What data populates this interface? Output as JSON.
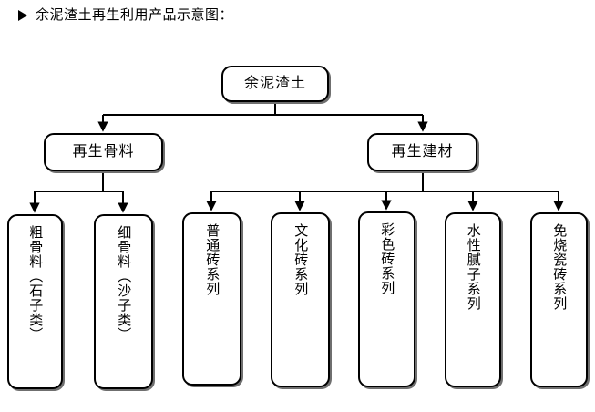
{
  "heading": {
    "bullet_icon": "triangle-right-icon",
    "text": "余泥渣土再生利用产品示意图："
  },
  "diagram": {
    "type": "flowchart",
    "orientation": "top-down",
    "line_color": "#000000",
    "box_fill": "#ffffff",
    "box_border": "#000000",
    "box_shadow": "#6f6f6f",
    "nodes": {
      "root": {
        "id": "root",
        "label": "余泥渣土",
        "level": 0,
        "orientation": "horizontal"
      },
      "aggregate": {
        "id": "aggregate",
        "label": "再生骨料",
        "level": 1,
        "orientation": "horizontal"
      },
      "material": {
        "id": "material",
        "label": "再生建材",
        "level": 1,
        "orientation": "horizontal"
      },
      "coarse": {
        "id": "coarse",
        "label": "粗骨料（石子类）",
        "level": 2,
        "orientation": "vertical"
      },
      "fine": {
        "id": "fine",
        "label": "细骨料（沙子类）",
        "level": 2,
        "orientation": "vertical"
      },
      "plain_brick": {
        "id": "plain_brick",
        "label": "普通砖系列",
        "level": 2,
        "orientation": "vertical"
      },
      "culture_brick": {
        "id": "culture_brick",
        "label": "文化砖系列",
        "level": 2,
        "orientation": "vertical"
      },
      "color_brick": {
        "id": "color_brick",
        "label": "彩色砖系列",
        "level": 2,
        "orientation": "vertical"
      },
      "putty": {
        "id": "putty",
        "label": "水性腻子系列",
        "level": 2,
        "orientation": "vertical"
      },
      "ceramic_tile": {
        "id": "ceramic_tile",
        "label": "免烧瓷砖系列",
        "level": 2,
        "orientation": "vertical"
      }
    },
    "edges": [
      {
        "from": "root",
        "to": "aggregate"
      },
      {
        "from": "root",
        "to": "material"
      },
      {
        "from": "aggregate",
        "to": "coarse"
      },
      {
        "from": "aggregate",
        "to": "fine"
      },
      {
        "from": "material",
        "to": "plain_brick"
      },
      {
        "from": "material",
        "to": "culture_brick"
      },
      {
        "from": "material",
        "to": "color_brick"
      },
      {
        "from": "material",
        "to": "putty"
      },
      {
        "from": "material",
        "to": "ceramic_tile"
      }
    ]
  }
}
